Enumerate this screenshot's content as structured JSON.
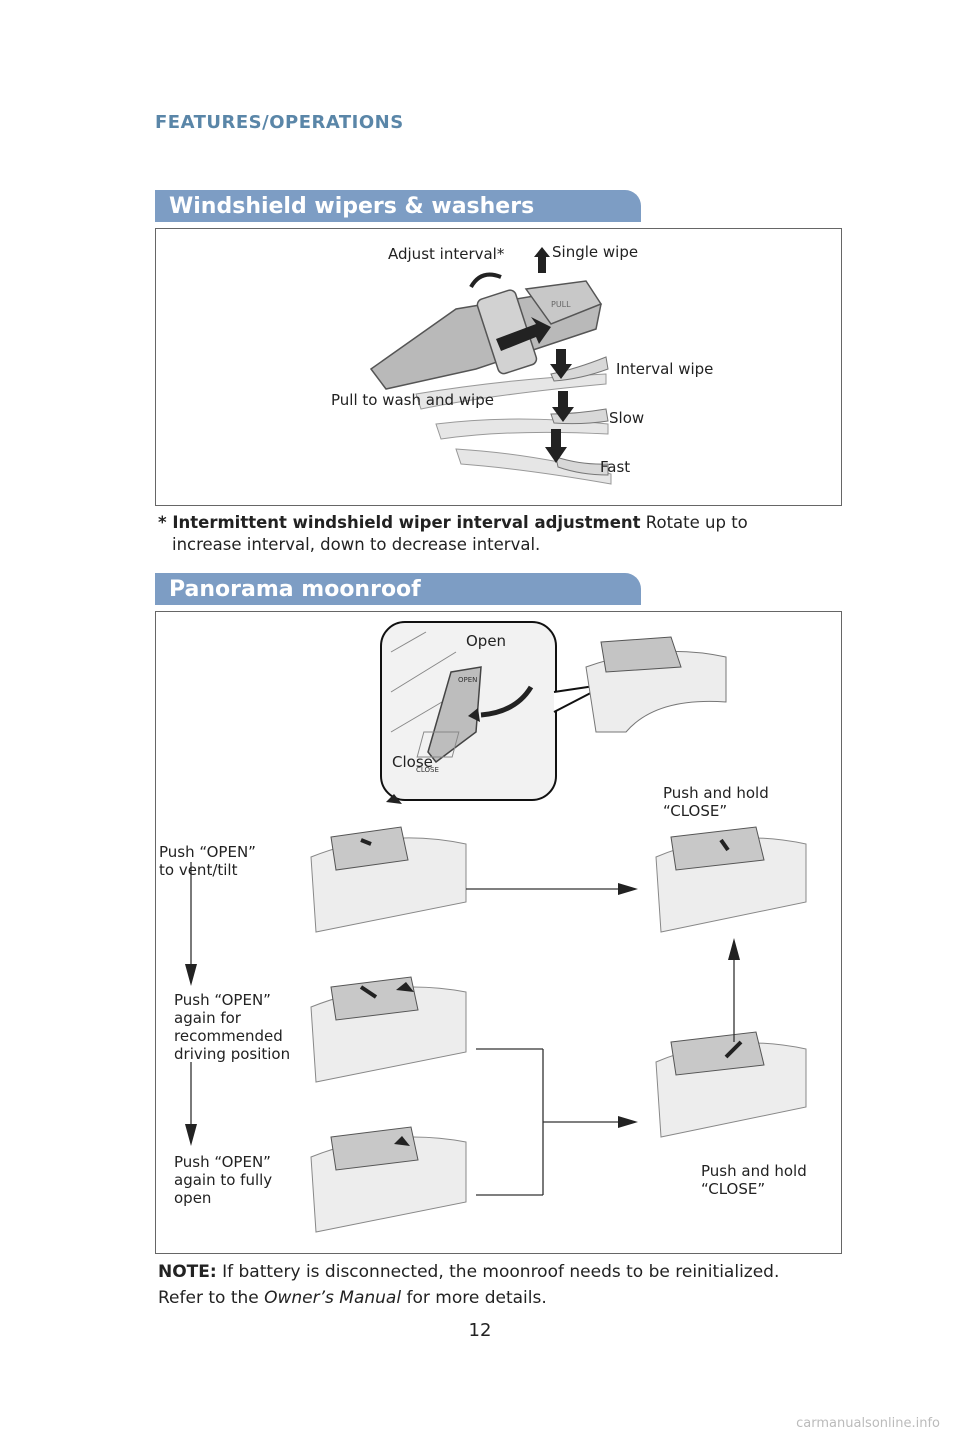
{
  "header": {
    "section": "FEATURES/OPERATIONS"
  },
  "wipers": {
    "title": "Windshield wipers & washers",
    "labels": {
      "adjust_interval": "Adjust interval*",
      "single_wipe": "Single wipe",
      "interval_wipe": "Interval wipe",
      "pull_wash": "Pull to wash and wipe",
      "slow": "Slow",
      "fast": "Fast"
    },
    "footnote_bold": "* Intermittent windshield wiper interval adjustment",
    "footnote_text": " Rotate up to",
    "footnote_line2": "increase interval, down to decrease interval."
  },
  "moonroof": {
    "title": "Panorama moonroof",
    "open": "Open",
    "close": "Close",
    "switch_open": "OPEN",
    "switch_close": "CLOSE",
    "step1": "Push “OPEN”\nto vent/tilt",
    "step2": "Push “OPEN”\nagain for\nrecommended\ndriving position",
    "step3": "Push “OPEN”\nagain to fully\nopen",
    "hold1": "Push and hold\n“CLOSE”",
    "hold2": "Push and hold\n“CLOSE”"
  },
  "note": {
    "label": "NOTE:",
    "text": " If battery is disconnected, the moonroof needs to be reinitialized.",
    "line2_prefix": "Refer to the ",
    "manual": "Owner’s Manual",
    "line2_suffix": " for more details."
  },
  "page_number": "12",
  "watermark": "carmanualsonline.info",
  "colors": {
    "banner": "#7d9dc4",
    "section_header": "#5a86a8"
  }
}
